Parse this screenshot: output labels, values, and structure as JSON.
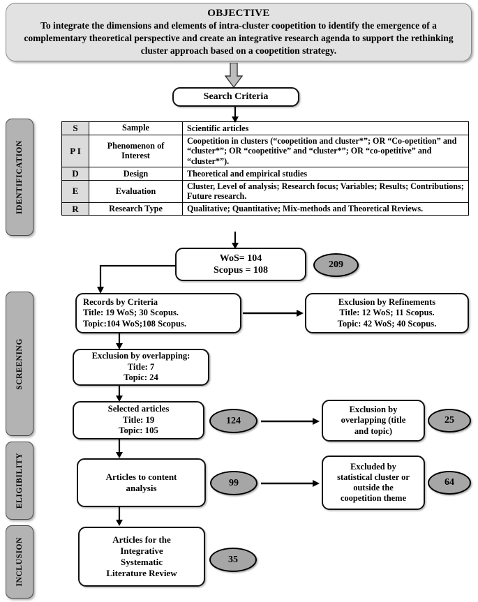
{
  "objective": {
    "title": "OBJECTIVE",
    "text": "To integrate the dimensions and elements of intra-cluster coopetition to identify the emergence of a complementary theoretical perspective and create an integrative research agenda to support the rethinking cluster approach based on a coopetition strategy."
  },
  "search_criteria": {
    "label": "Search Criteria"
  },
  "spider_table": {
    "rows": [
      {
        "key": "S",
        "term": "Sample",
        "value": "Scientific articles"
      },
      {
        "key": "P I",
        "term": "Phenomenon of Interest",
        "value": "Coopetition in clusters (“coopetition and cluster*”; OR “Co-opetition” and “cluster*”; OR “coopetitive” and “cluster*”; OR “co-opetitive” and “cluster*”)."
      },
      {
        "key": "D",
        "term": "Design",
        "value": "Theoretical and empirical studies"
      },
      {
        "key": "E",
        "term": "Evaluation",
        "value": "Cluster, Level of analysis; Research focus; Variables; Results; Contributions; Future research."
      },
      {
        "key": "R",
        "term": "Research Type",
        "value": "Qualitative; Quantitative; Mix-methods and Theoretical Reviews."
      }
    ]
  },
  "stages": [
    {
      "label": "IDENTIFICATION"
    },
    {
      "label": "SCREENING"
    },
    {
      "label": "ELIGIBILITY"
    },
    {
      "label": "INCLUSION"
    }
  ],
  "flow": {
    "databases": {
      "line1": "WoS= 104",
      "line2": "Scopus = 108",
      "count": "209"
    },
    "records_by_criteria": {
      "title": "Records by Criteria",
      "line1": "Title:   19 WoS; 30 Scopus.",
      "line2": "Topic:104 WoS;108 Scopus."
    },
    "exclusion_by_refinements": {
      "title": "Exclusion by Refinements",
      "line1": "Title: 12 WoS; 11 Scopus.",
      "line2": "Topic:  42 WoS; 40 Scopus."
    },
    "exclusion_by_overlapping": {
      "title": "Exclusion by overlapping:",
      "line1": "Title: 7",
      "line2": "Topic:  24"
    },
    "selected_articles": {
      "title": "Selected articles",
      "line1": "Title:  19",
      "line2": "Topic: 105",
      "count": "124"
    },
    "exclusion_overlapping_title_topic": {
      "line1": "Exclusion by",
      "line2": "overlapping (title",
      "line3": "and topic)",
      "count": "25"
    },
    "articles_to_content_analysis": {
      "line1": "Articles to content",
      "line2": "analysis",
      "count": "99"
    },
    "excluded_statistical": {
      "line1": "Excluded by",
      "line2": "statistical cluster or",
      "line3": "outside the",
      "line4": "coopetition theme",
      "count": "64"
    },
    "final_articles": {
      "line1": "Articles for the",
      "line2": "Integrative",
      "line3": "Systematic",
      "line4": "Literature Review",
      "count": "35"
    }
  },
  "colors": {
    "banner_fill": "#e2e2e2",
    "stage_fill": "#b3b3b3",
    "ellipse_fill": "#a6a6a6",
    "table_key_fill": "#dcdcdc",
    "stroke": "#111111"
  }
}
